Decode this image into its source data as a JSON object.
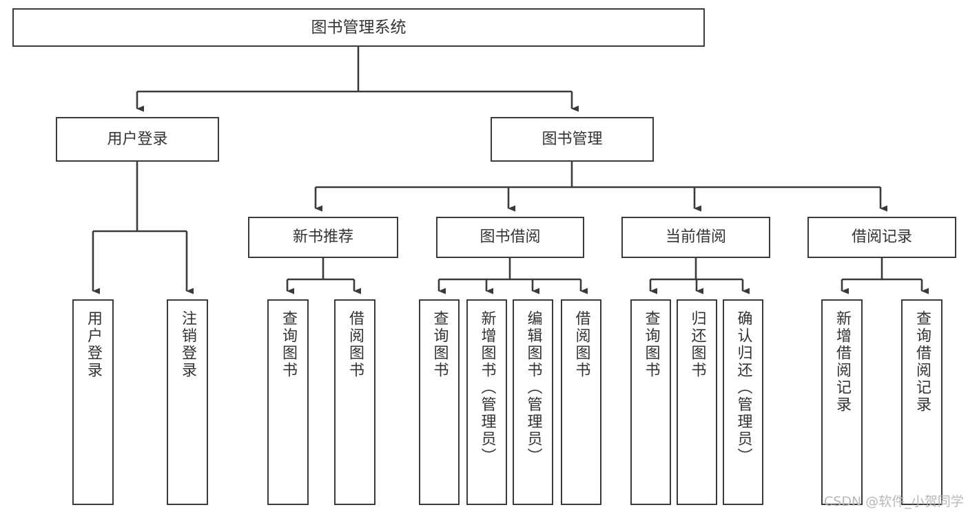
{
  "diagram": {
    "title": "图书管理系统",
    "watermark": "CSDN @软件_小贺同学",
    "colors": {
      "border": "#3a3a3a",
      "text": "#333333",
      "fill": "#ffffff",
      "edge": "#3a3a3a",
      "watermark": "#b8b8b8"
    },
    "nodes": {
      "root": "图书管理系统",
      "level1": [
        "用户登录",
        "图书管理"
      ],
      "level2": [
        "新书推荐",
        "图书借阅",
        "当前借阅",
        "借阅记录"
      ],
      "leaves": {
        "user_login": [
          "用户登录",
          "注销登录"
        ],
        "new_book_recommend": [
          "查询图书",
          "借阅图书"
        ],
        "book_borrow": [
          "查询图书",
          "新增图书（管理员）",
          "编辑图书（管理员）",
          "借阅图书"
        ],
        "current_borrow": [
          "查询图书",
          "归还图书",
          "确认归还（管理员）"
        ],
        "borrow_record": [
          "新增借阅记录",
          "查询借阅记录"
        ]
      }
    }
  }
}
